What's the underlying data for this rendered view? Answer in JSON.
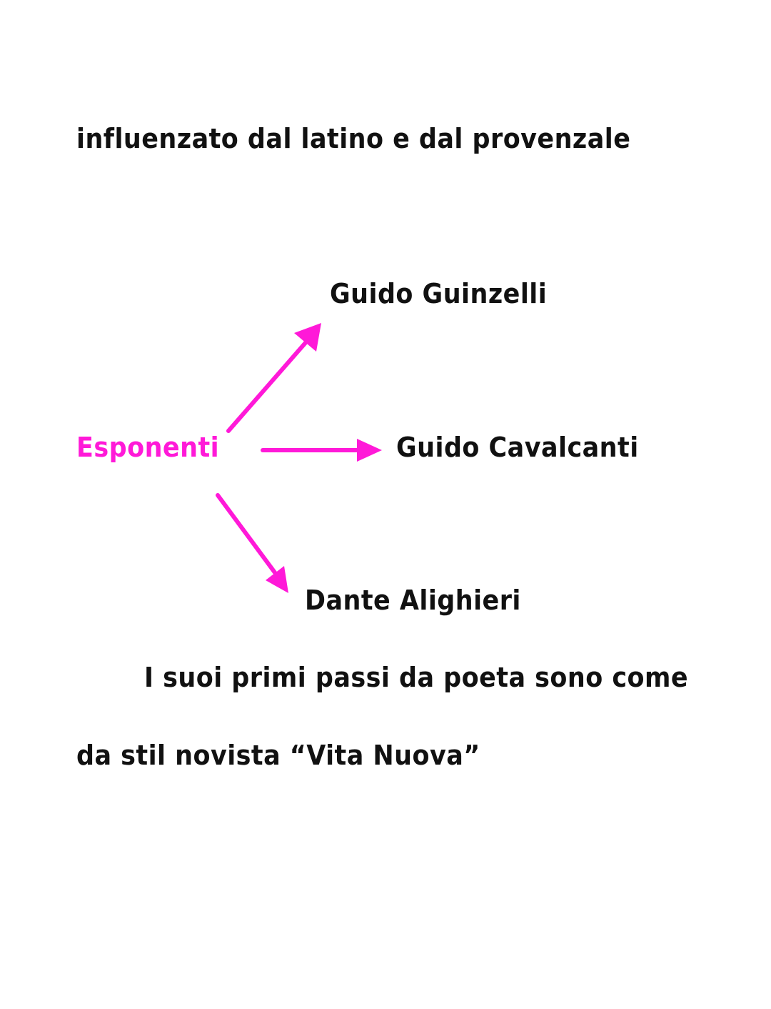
{
  "page": {
    "intro_line": "influenzato dal latino e dal provenzale",
    "diagram": {
      "root": "Esponenti",
      "branches": [
        {
          "label": "Guido Guinzelli"
        },
        {
          "label": "Guido Cavalcanti"
        },
        {
          "label": "Dante Alighieri"
        }
      ],
      "arrow_color": "#ff19d8"
    },
    "note_line_1": "I suoi primi passi da poeta sono come",
    "note_line_2": "da stil novista “Vita Nuova”"
  }
}
